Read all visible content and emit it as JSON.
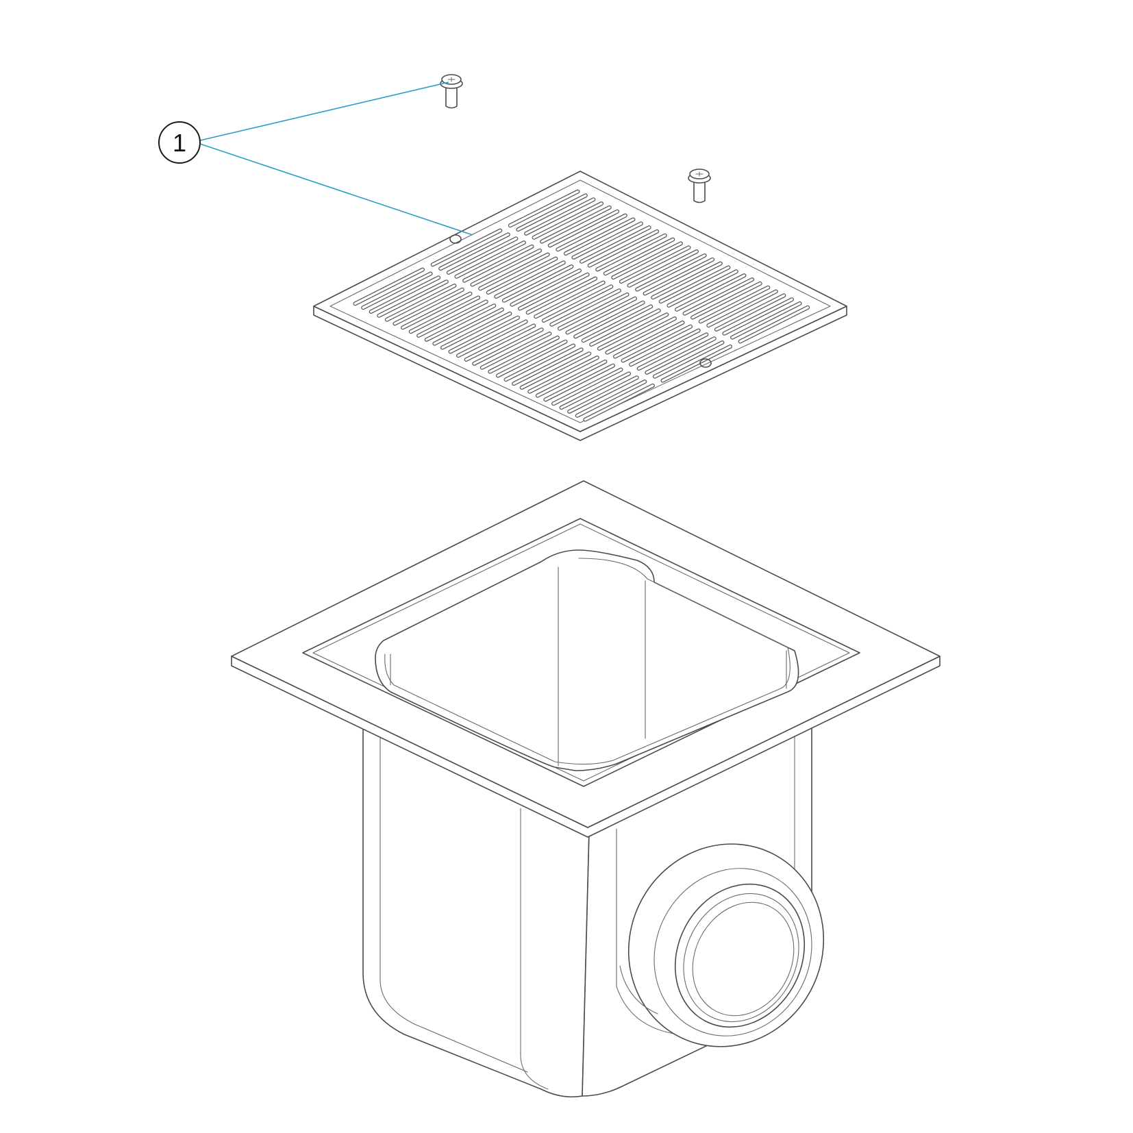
{
  "callout": {
    "label": "1",
    "leader_color": "#2a9bc4"
  },
  "parts": [
    {
      "name": "screw"
    },
    {
      "name": "grate"
    },
    {
      "name": "drain-body"
    }
  ],
  "colors": {
    "line": "#4a4a4a",
    "background": "#ffffff"
  }
}
